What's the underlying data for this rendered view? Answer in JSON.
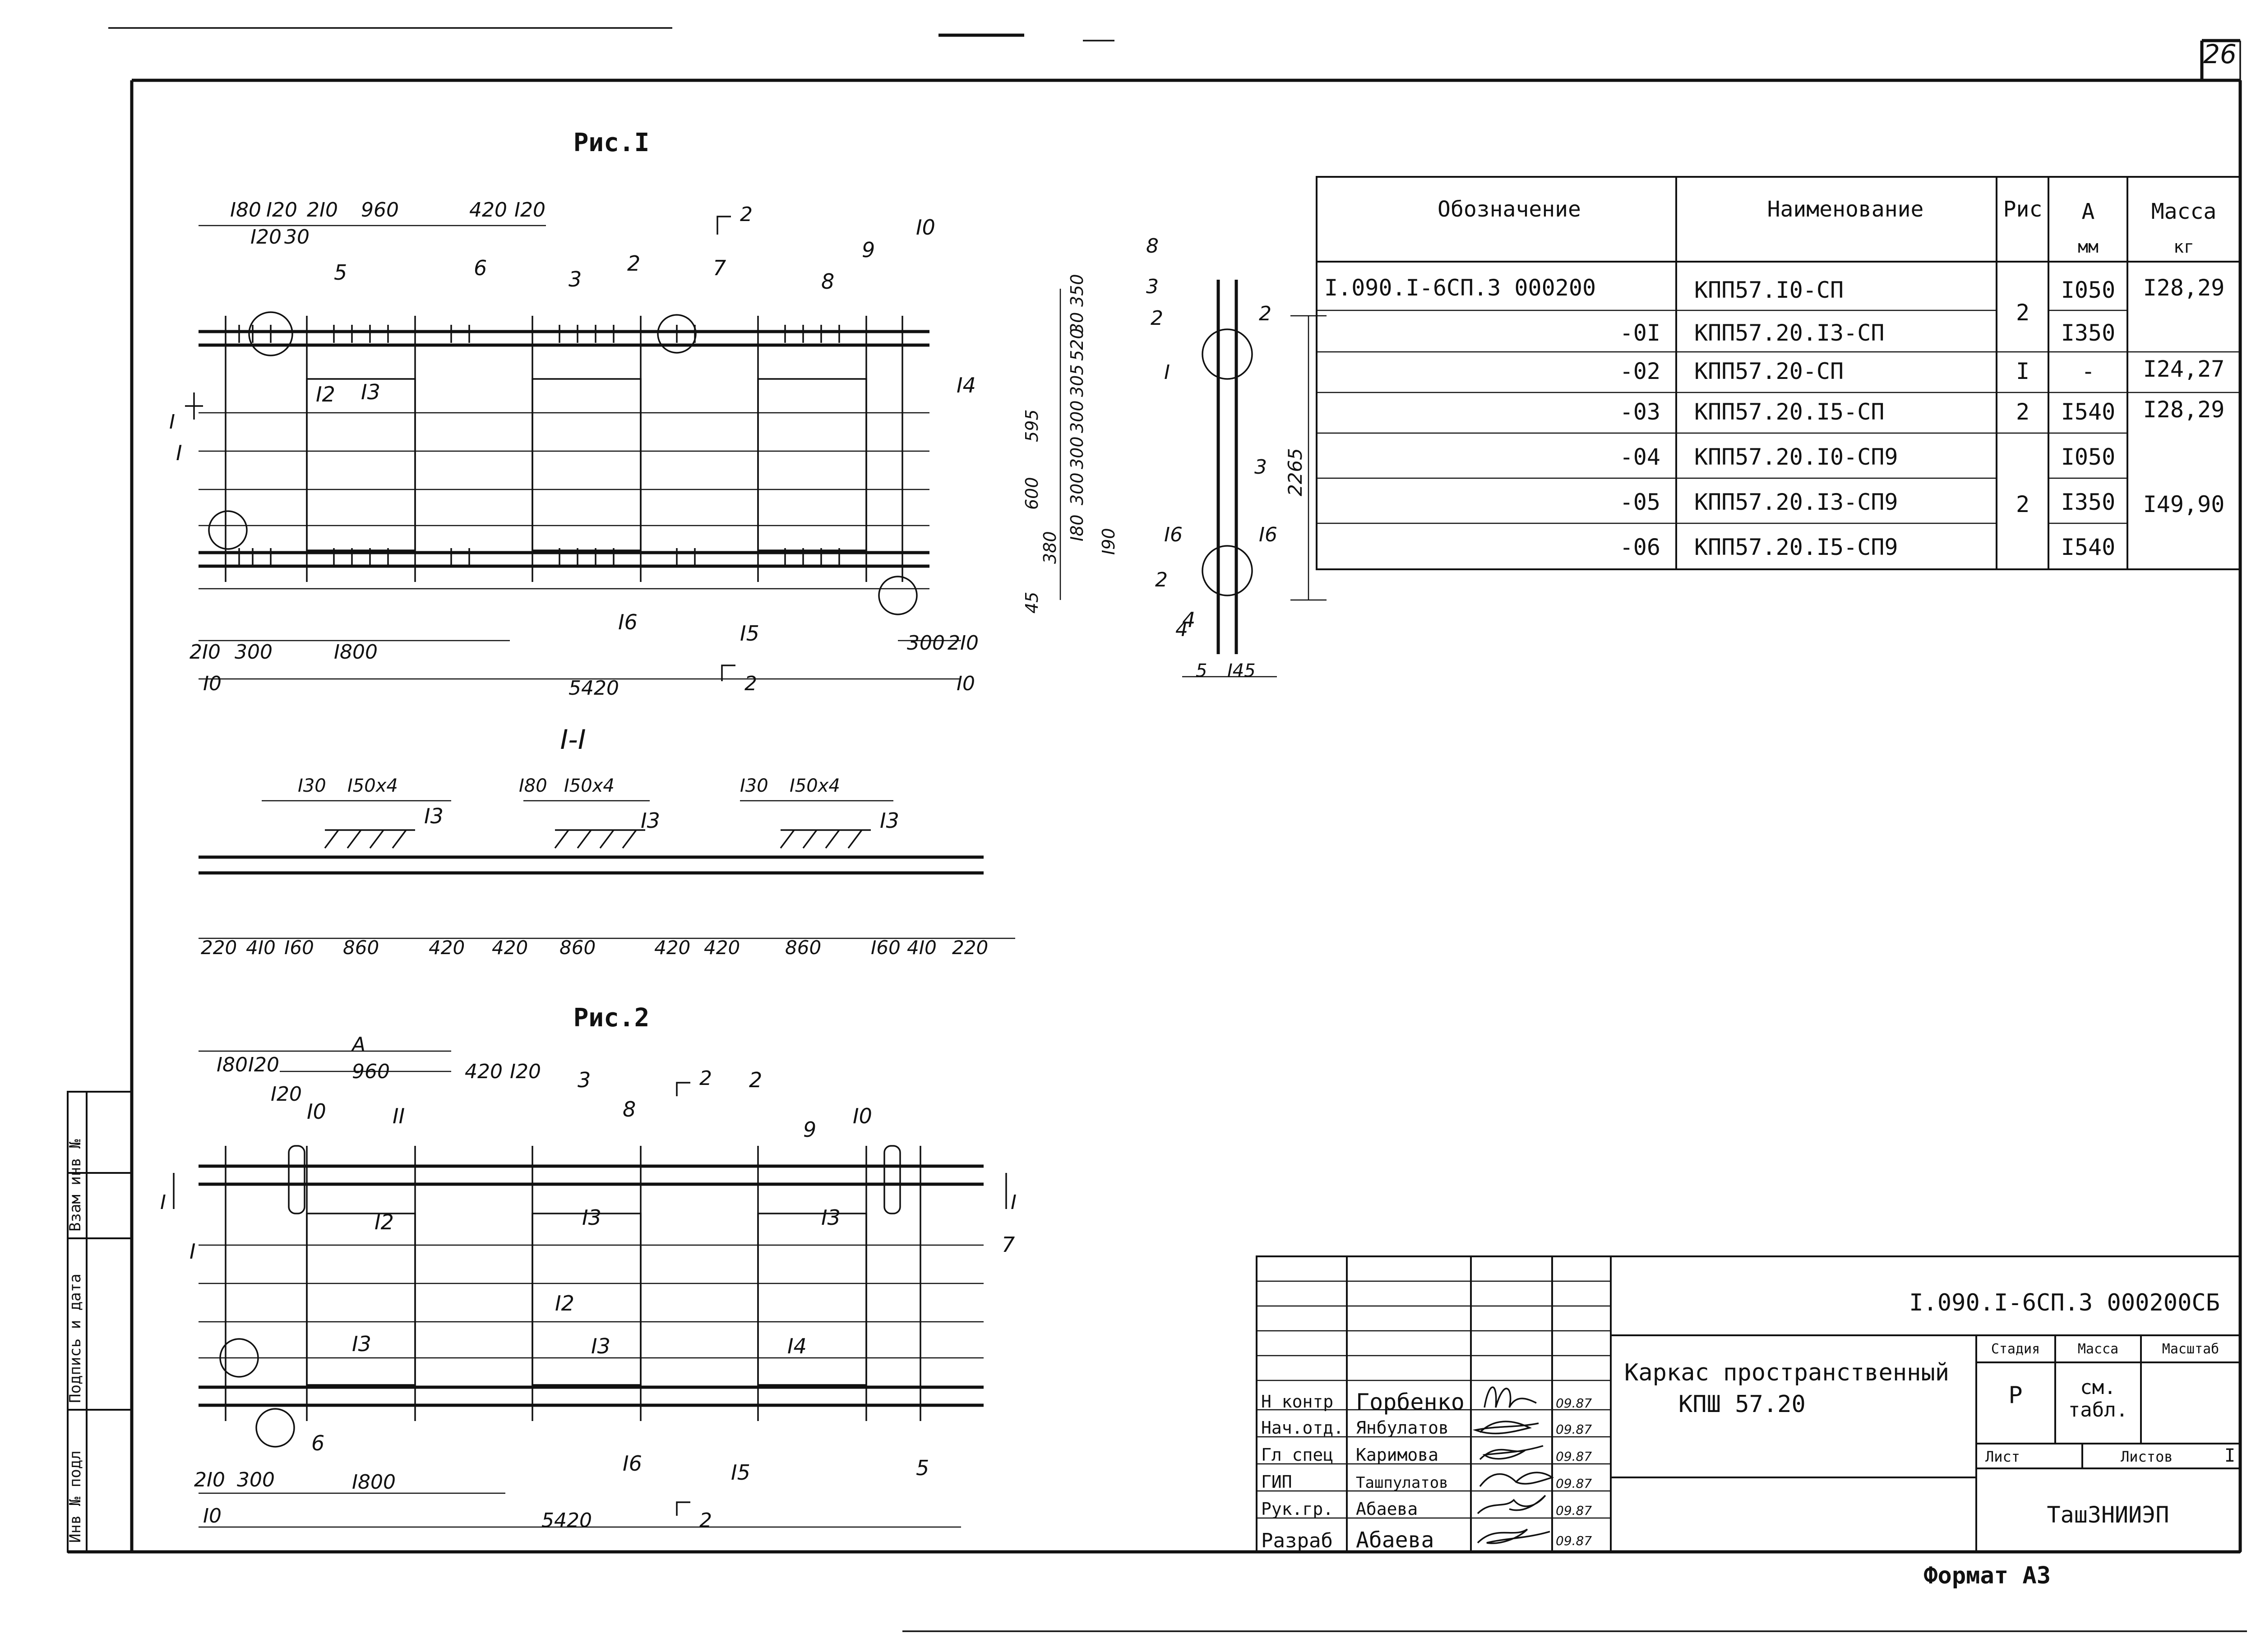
{
  "sheet_number": "26",
  "figures": {
    "fig1_title": "Рис.I",
    "fig2_title": "Рис.2",
    "section_title": "I-I",
    "section_marker": "2",
    "cut_marker": "I"
  },
  "fig1": {
    "top_dims": [
      "I80",
      "I20",
      "2I0",
      "960",
      "420",
      "I20"
    ],
    "top_dims_2": [
      "I20",
      "30"
    ],
    "bottom_dims": [
      "2I0",
      "300",
      "I800",
      "300",
      "2I0"
    ],
    "overall": "5420",
    "edge": "I0",
    "side_dims": [
      "350",
      "30",
      "520",
      "305",
      "300",
      "300",
      "300",
      "I80",
      "380",
      "I90",
      "600",
      "595",
      "45"
    ],
    "callouts": [
      "I",
      "2",
      "3",
      "4",
      "5",
      "6",
      "7",
      "8",
      "9",
      "I0",
      "I2",
      "I3",
      "I4",
      "I5",
      "I6"
    ]
  },
  "side_view": {
    "height_dim": "2265",
    "bottom_dims": [
      "5",
      "I45"
    ],
    "callouts": [
      "8",
      "3",
      "2",
      "2",
      "I",
      "3",
      "I6",
      "I6",
      "2",
      "4"
    ]
  },
  "section": {
    "top_dims": [
      "I30",
      "I50x4",
      "I80",
      "I50x4",
      "I30",
      "I50x4"
    ],
    "bottom_dims": [
      "220",
      "4I0",
      "I60",
      "860",
      "420",
      "420",
      "860",
      "420",
      "420",
      "860",
      "I60",
      "4I0",
      "220"
    ],
    "callouts": [
      "I3",
      "I3",
      "I3"
    ]
  },
  "fig2": {
    "top_dims": [
      "A",
      "I80",
      "I20",
      "I20",
      "960",
      "420",
      "I20"
    ],
    "bottom_dims": [
      "2I0",
      "300",
      "I800"
    ],
    "overall": "5420",
    "edge": "I0",
    "callouts": [
      "I",
      "2",
      "3",
      "5",
      "6",
      "7",
      "8",
      "9",
      "I0",
      "I0",
      "II",
      "I2",
      "I2",
      "I3",
      "I3",
      "I3",
      "I3",
      "I4",
      "I5",
      "I6"
    ]
  },
  "spec_table": {
    "headers": [
      "Обозначение",
      "Наименование",
      "Рис",
      "А",
      "Масса"
    ],
    "header_units": [
      "",
      "",
      "",
      "мм",
      "кг"
    ],
    "rows": [
      {
        "designation": "I.090.I-6СП.3  000200",
        "name": "КПП57.I0-СП",
        "fig": "2",
        "a": "I050",
        "mass": "I28,29"
      },
      {
        "designation": "-0I",
        "name": "КПП57.20.I3-СП",
        "fig": "",
        "a": "I350",
        "mass": ""
      },
      {
        "designation": "-02",
        "name": "КПП57.20-СП",
        "fig": "I",
        "a": "-",
        "mass": "I24,27"
      },
      {
        "designation": "-03",
        "name": "КПП57.20.I5-СП",
        "fig": "2",
        "a": "I540",
        "mass": "I28,29"
      },
      {
        "designation": "-04",
        "name": "КПП57.20.I0-СП9",
        "fig": "2",
        "a": "I050",
        "mass": "I49,90"
      },
      {
        "designation": "-05",
        "name": "КПП57.20.I3-СП9",
        "fig": "",
        "a": "I350",
        "mass": ""
      },
      {
        "designation": "-06",
        "name": "КПП57.20.I5-СП9",
        "fig": "",
        "a": "I540",
        "mass": ""
      }
    ]
  },
  "title_block": {
    "code": "I.090.I-6СП.3  000200СБ",
    "title_line1": "Каркас пространственный",
    "title_line2": "КПШ 57.20",
    "stage_label": "Стадия",
    "mass_label": "Масса",
    "scale_label": "Масштаб",
    "stage_value": "Р",
    "mass_value_1": "см.",
    "mass_value_2": "табл.",
    "sheet_label": "Лист",
    "sheets_label": "Листов",
    "sheets_value": "I",
    "organization": "ТашЗНИИЭП",
    "format": "Формат  А3",
    "staff": [
      {
        "role": "Н контр",
        "name": "Горбенко",
        "date": "09.87"
      },
      {
        "role": "Нач.отд.",
        "name": "Янбулатов",
        "date": "09.87"
      },
      {
        "role": "Гл спец",
        "name": "Каримова",
        "date": "09.87"
      },
      {
        "role": "ГИП",
        "name": "Ташпулатов",
        "date": "09.87"
      },
      {
        "role": "Рук.гр.",
        "name": "Абаева",
        "date": "09.87"
      },
      {
        "role": "Разраб",
        "name": "Абаева",
        "date": "09.87"
      }
    ]
  },
  "margin_stamp": [
    "Инв № подл",
    "Подпись и дата",
    "Взам инв №"
  ]
}
